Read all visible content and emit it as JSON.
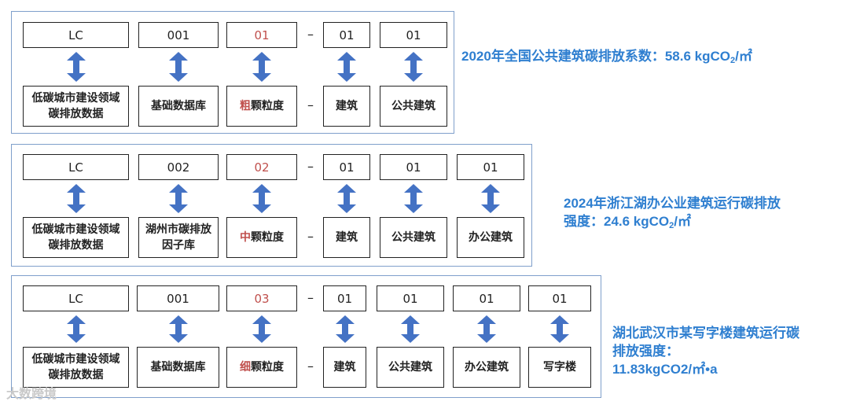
{
  "rows": [
    {
      "codes": [
        "LC",
        "001",
        "01",
        "01",
        "01"
      ],
      "names": [
        {
          "pre": "",
          "hl": "",
          "post": "低碳城市建设领域碳排放数据"
        },
        {
          "pre": "",
          "hl": "",
          "post": "基础数据库"
        },
        {
          "pre": "",
          "hl": "粗",
          "post": "颗粒度"
        },
        {
          "pre": "",
          "hl": "",
          "post": "建筑"
        },
        {
          "pre": "",
          "hl": "",
          "post": "公共建筑"
        }
      ],
      "dash": "–",
      "note_pre": "2020年全国公共建筑碳排放系数：58.6 kgCO",
      "note_sub": "2",
      "note_post": "/㎡"
    },
    {
      "codes": [
        "LC",
        "002",
        "02",
        "01",
        "01",
        "01"
      ],
      "names": [
        {
          "pre": "",
          "hl": "",
          "post": "低碳城市建设领域碳排放数据"
        },
        {
          "pre": "",
          "hl": "",
          "post": "湖州市碳排放因子库"
        },
        {
          "pre": "",
          "hl": "中",
          "post": "颗粒度"
        },
        {
          "pre": "",
          "hl": "",
          "post": "建筑"
        },
        {
          "pre": "",
          "hl": "",
          "post": "公共建筑"
        },
        {
          "pre": "",
          "hl": "",
          "post": "办公建筑"
        }
      ],
      "dash": "–",
      "note_line1": "2024年浙江湖办公业建筑运行碳排放",
      "note_pre": "强度：24.6 kgCO",
      "note_sub": "2",
      "note_post": "/㎡"
    },
    {
      "codes": [
        "LC",
        "001",
        "03",
        "01",
        "01",
        "01",
        "01"
      ],
      "names": [
        {
          "pre": "",
          "hl": "",
          "post": "低碳城市建设领域碳排放数据"
        },
        {
          "pre": "",
          "hl": "",
          "post": "基础数据库"
        },
        {
          "pre": "",
          "hl": "细",
          "post": "颗粒度"
        },
        {
          "pre": "",
          "hl": "",
          "post": "建筑"
        },
        {
          "pre": "",
          "hl": "",
          "post": "公共建筑"
        },
        {
          "pre": "",
          "hl": "",
          "post": "办公建筑"
        },
        {
          "pre": "",
          "hl": "",
          "post": "写字楼"
        }
      ],
      "dash": "–",
      "note_line1": "湖北武汉市某写字楼建筑运行碳",
      "note_line2": "排放强度：",
      "note_line3": "11.83kgCO2/㎡•a"
    }
  ],
  "watermark": "大数跨境",
  "colors": {
    "arrow": "#4472c4",
    "highlight": "#c0504d",
    "note": "#2f7fd0",
    "panel_border": "#7f9fcb"
  }
}
